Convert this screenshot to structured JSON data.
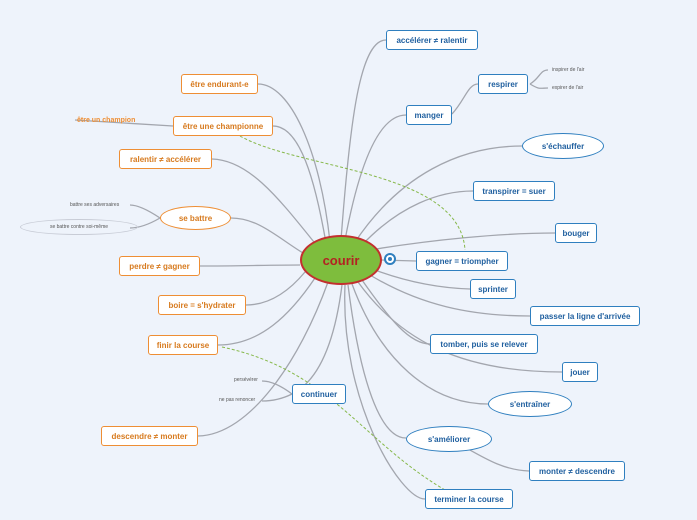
{
  "root": {
    "label": "courir"
  },
  "right": [
    {
      "id": "r1",
      "label": "accélérer ≠ ralentir"
    },
    {
      "id": "r2",
      "label": "respirer"
    },
    {
      "id": "r3",
      "label": "manger"
    },
    {
      "id": "r4",
      "label": "s'échauffer"
    },
    {
      "id": "r5",
      "label": "transpirer = suer"
    },
    {
      "id": "r6",
      "label": "bouger"
    },
    {
      "id": "r7",
      "label": "gagner = triompher"
    },
    {
      "id": "r8",
      "label": "sprinter"
    },
    {
      "id": "r9",
      "label": "passer la ligne d'arrivée"
    },
    {
      "id": "r10",
      "label": "tomber, puis se relever"
    },
    {
      "id": "r11",
      "label": "jouer"
    },
    {
      "id": "r12",
      "label": "s'entraîner"
    },
    {
      "id": "r13",
      "label": "s'améliorer"
    },
    {
      "id": "r14",
      "label": "monter ≠ descendre"
    },
    {
      "id": "r15",
      "label": "terminer la course"
    },
    {
      "id": "r16",
      "label": "continuer"
    }
  ],
  "right_sub": [
    {
      "id": "s1",
      "label": "inspirer de l'air"
    },
    {
      "id": "s2",
      "label": "expirer de l'air"
    }
  ],
  "left": [
    {
      "id": "l1",
      "label": "être endurant-e"
    },
    {
      "id": "l2",
      "label": "être une championne"
    },
    {
      "id": "l3",
      "label": "ralentir ≠ accélérer"
    },
    {
      "id": "l4",
      "label": "se battre"
    },
    {
      "id": "l5",
      "label": "perdre ≠ gagner"
    },
    {
      "id": "l6",
      "label": "boire = s'hydrater"
    },
    {
      "id": "l7",
      "label": "finir la course"
    },
    {
      "id": "l8",
      "label": "descendre ≠ monter"
    }
  ],
  "left_sub": [
    {
      "id": "t1",
      "label": "être un champion"
    },
    {
      "id": "t2",
      "label": "battre ses adversaires"
    },
    {
      "id": "t3",
      "label": "se battre contre soi-même"
    },
    {
      "id": "t4",
      "label": "persévérer"
    },
    {
      "id": "t5",
      "label": "ne pas renoncer"
    }
  ],
  "colors": {
    "root_fill": "#7ebd3d",
    "root_border": "#c3302e",
    "right_branch": "#2f7fbf",
    "left_branch": "#ee8e34",
    "connector": "#a3a6ae",
    "relation": "#86b84a"
  }
}
